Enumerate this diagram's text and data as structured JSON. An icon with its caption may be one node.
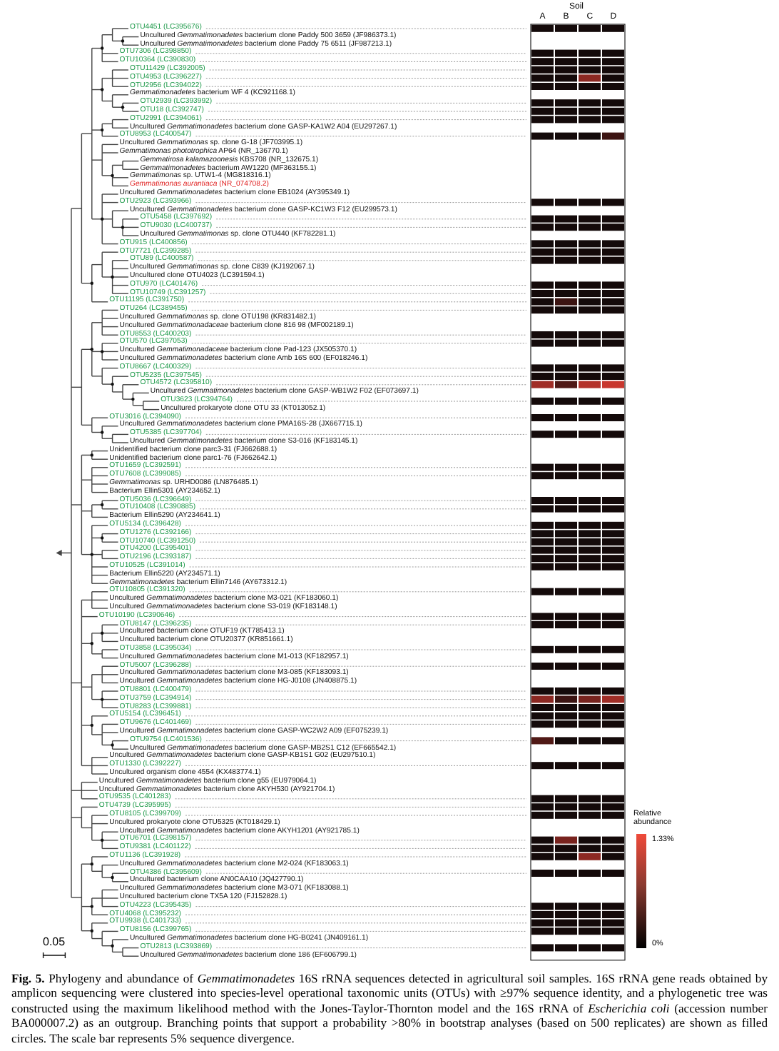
{
  "diagram": {
    "caption": "**Fig. 5.** Phylogeny and abundance of *Gemmatimonadetes* 16S rRNA sequences detected in agricultural soil samples. 16S rRNA gene reads obtained by amplicon sequencing were clustered into species-level operational taxonomic units (OTUs) with ≥97% sequence identity, and a phylogenetic tree was constructed using the maximum likelihood method with the Jones-Taylor-Thornton model and the 16S rRNA of *Escherichia coli* (accession number BA000007.2) as an outgroup. Branching points that support a probability >80% in bootstrap analyses (based on 500 replicates) are shown as filled circles. The scale bar represents 5% sequence divergence.",
    "labels": [
      "Soil",
      "A",
      "B",
      "C",
      "D",
      "OTU4451 (LC395676)",
      "Uncultured *Gemmatimonadetes* bacterium clone Paddy 500 3659 (JF986373.1)",
      "Uncultured *Gemmatimonadetes* bacterium clone Paddy 75 6511 (JF987213.1)",
      "OTU7306 (LC398850)",
      "OTU10364 (LC390830)",
      "OTU11429 (LC392005)",
      "OTU4953 (LC396227)",
      "OTU2956 (LC394022)",
      "*Gemmatimonadetes* bacterium WF 4 (KC921168.1)",
      "OTU2939 (LC393992)",
      "OTU18 (LC392747)",
      "OTU2991 (LC394061)",
      "Uncultured *Gemmatimonadetes* bacterium clone GASP-KA1W2 A04 (EU297267.1)",
      "OTU8953 (LC400547)",
      "Uncultured *Gemmatimonas* sp. clone G-18 (JF703995.1)",
      "*Gemmatimonas phototrophica* AP64 (NR_136770.1)",
      "*Gemmatirosa kalamazoonesis* KBS708 (NR_132675.1)",
      "*Gemmatimonadetes* bacterium AW1220 (MF363155.1)",
      "*Gemmatimonas* sp. UTW1-4 (MG818316.1)",
      "*Gemmatimonas aurantiaca* (NR_074708.2)",
      "Uncultured *Gemmatimonadetes* bacterium clone EB1024 (AY395349.1)",
      "OTU2923 (LC393966)",
      "Uncultured *Gemmatimonadetes* bacterium clone GASP-KC1W3 F12 (EU299573.1)",
      "OTU5458 (LC397692)",
      "OTU9030 (LC400737)",
      "Uncultured *Gemmatimonas* sp. clone OTU440 (KF782281.1)",
      "OTU915 (LC400856)",
      "OTU7721 (LC399285)",
      "OTU89 (LC400587)",
      "Uncultured *Gemmatimonas* sp. clone C839 (KJ192067.1)",
      "Uncultured clone OTU4023 (LC391594.1)",
      "OTU970 (LC401476)",
      "OTU10749 (LC391257)",
      "OTU11195 (LC391750)",
      "OTU264 (LC389455)",
      "Uncultured *Gemmatimonas* sp. clone OTU198 (KR831482.1)",
      "Uncultured *Gemmatimonadaceae* bacterium clone 816 98 (MF002189.1)",
      "OTU8553 (LC400203)",
      "OTU570 (LC397053)",
      "Uncultured *Gemmatimonadaceae* bacterium clone Pad-123 (JX505370.1)",
      "Uncultured *Gemmatimonadetes* bacterium clone Amb 16S 600 (EF018246.1)",
      "OTU8667 (LC400329)",
      "OTU5235 (LC397545)",
      "OTU4572 (LC395810)",
      "Uncultured *Gemmatimonadetes* bacterium clone GASP-WB1W2 F02 (EF073697.1)",
      "OTU3623 (LC394764)",
      "Uncultured prokaryote clone OTU 33 (KT013052.1)",
      "OTU3016 (LC394090)",
      "Uncultured *Gemmatimonadetes* bacterium clone PMA16S-28 (JX667715.1)",
      "OTU5385 (LC397704)",
      "Uncultured *Gemmatimonadetes* bacterium clone S3-016 (KF183145.1)",
      "Unidentified bacterium clone parc3-31 (FJ662688.1)",
      "Unidentified bacterium clone parc1-76 (FJ662642.1)",
      "OTU1659 (LC392591)",
      "OTU7608 (LC399085)",
      "*Gemmatimonas* sp. URHD0086 (LN876485.1)",
      "Bacterium Ellin5301 (AY234652.1)",
      "OTU5036 (LC396649)",
      "OTU10408 (LC390885)",
      "Bacterium Ellin5290 (AY234641.1)",
      "OTU5134 (LC396428)",
      "OTU1276 (LC392166)",
      "OTU10740 (LC391250)",
      "OTU4200 (LC395401)",
      "OTU2196 (LC393187)",
      "OTU10525 (LC391014)",
      "Bacterium Ellin5220 (AY234571.1)",
      "*Gemmatimonadetes* bacterium Ellin7146 (AY673312.1)",
      "OTU10805 (LC391320)",
      "Uncultured *Gemmatimonadetes* bacterium clone M3-021 (KF183060.1)",
      "Uncultured *Gemmatimonadetes* bacterium clone S3-019 (KF183148.1)",
      "OTU10190 (LC390646)",
      "OTU8147 (LC396235)",
      "Uncultured bacterium clone OTUF19 (KT785413.1)",
      "Uncultured bacterium clone OTU20377 (KR851661.1)",
      "OTU3858 (LC395034)",
      "Uncultured *Gemmatimonadetes* bacterium clone M1-013 (KF182957.1)",
      "OTU5007 (LC396288)",
      "Uncultured *Gemmatimonadetes* bacterium clone M3-085 (KF183093.1)",
      "Uncultured *Gemmatimonadetes* bacterium clone HG-J0108 (JN408875.1)",
      "OTU8801 (LC400479)",
      "OTU3759 (LC394914)",
      "OTU8283 (LC399881)",
      "OTU5154 (LC396451)",
      "OTU9676 (LC401469)",
      "Uncultured *Gemmatimonadetes* bacterium clone GASP-WC2W2 A09 (EF075239.1)",
      "OTU9754 (LC401536)",
      "Uncultured *Gemmatimonadetes* bacterium clone GASP-MB2S1 C12 (EF665542.1)",
      "Uncultured *Gemmatimonadetes* bacterium clone GASP-KB1S1 G02 (EU297510.1)",
      "OTU1330 (LC392227)",
      "Uncultured organism clone 4554 (KX483774.1)",
      "Uncultured *Gemmatimonadetes* bacterium clone g55 (EU979064.1)",
      "Uncultured *Gemmatimonadetes* bacterium clone AKYH530 (AY921704.1)",
      "OTU9535 (LC401283)",
      "OTU4739 (LC395995)",
      "OTU8105 (LC399709)",
      "Uncultured prokaryote clone OTU5325 (KT018429.1)",
      "Uncultured *Gemmatimonadetes* bacterium clone AKYH1201 (AY921785.1)",
      "OTU6701 (LC398157)",
      "OTU9381 (LC401122)",
      "OTU1136 (LC391928)",
      "Uncultured *Gemmatimonadetes* bacterium clone M2-024 (KF183063.1)",
      "OTU4386 (LC395609)",
      "Uncultured bacterium clone AN0CAA10 (JQ427790.1)",
      "Uncultured *Gemmatimonadetes* bacterium clone M3-071 (KF183088.1)",
      "Uncultured bacterium clone TX5A 120 (FJ152828.1)",
      "OTU4223 (LC395435)",
      "OTU4068 (LC395232)",
      "OTU9938 (LC401733)",
      "OTU8156 (LC399765)",
      "Uncultured *Gemmatimonadetes* bacterium clone HG-B0241 (JN409161.1)",
      "OTU2813 (LC393869)",
      "Uncultured *Gemmatimonadetes* bacterium clone 186 (EF606799.1)",
      "Relative abundance",
      "1.33%",
      "0%",
      "0.05"
    ]
  }
}
